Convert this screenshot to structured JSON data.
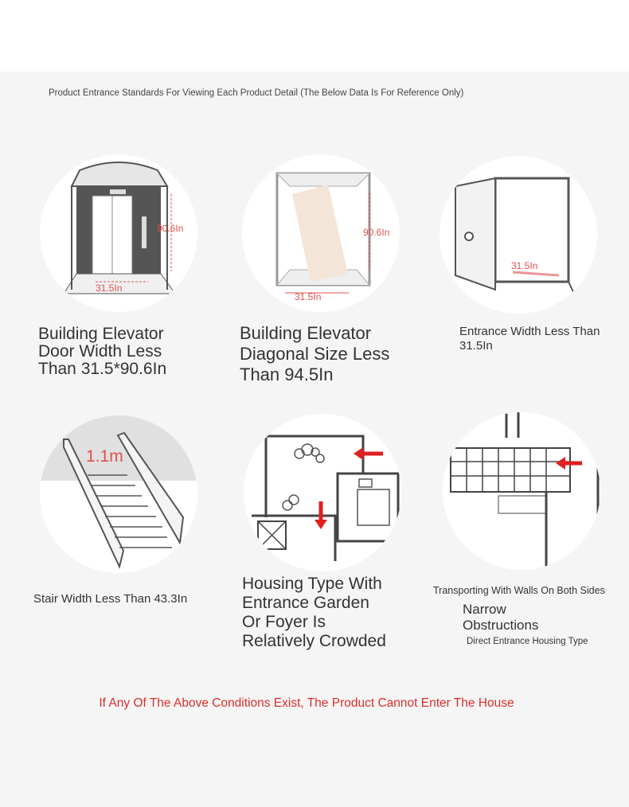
{
  "header": {
    "title": "Product Entrance Standards For Viewing Each Product Detail (The Below Data Is For Reference Only)"
  },
  "items": [
    {
      "caption": "Building Elevator Door Width Less Than 31.5*90.6In",
      "lines": [
        "Building Elevator",
        "Door Width Less",
        "Than 31.5*90.6In"
      ],
      "labels": {
        "height": "90.6In",
        "width": "31.5In"
      },
      "icon": "elevator-door-icon"
    },
    {
      "lines": [
        "Building Elevator",
        "Diagonal Size Less",
        "Than 94.5In"
      ],
      "labels": {
        "height": "90.6In",
        "width": "31.5In"
      },
      "icon": "elevator-diagonal-icon"
    },
    {
      "lines": [
        "Entrance Width Less Than",
        "31.5In"
      ],
      "labels": {
        "width": "31.5In"
      },
      "icon": "entrance-door-icon"
    },
    {
      "lines": [
        "Stair Width Less Than 43.3In"
      ],
      "labels": {
        "width": "1.1m"
      },
      "icon": "stairs-icon"
    },
    {
      "lines": [
        "Housing Type With",
        "Entrance Garden",
        "Or Foyer Is",
        "Relatively Crowded"
      ],
      "icon": "floor-plan-icon"
    },
    {
      "lines": [
        "Transporting With Walls On Both Sides",
        "Narrow",
        "Obstructions",
        "Direct Entrance Housing Type"
      ],
      "icon": "narrow-corridor-icon"
    }
  ],
  "footer": {
    "warning": "If Any Of The Above Conditions Exist, The Product Cannot Enter The House"
  },
  "colors": {
    "accent": "#d9302a",
    "panel": "#f5f5f5",
    "measure": "#e05050"
  }
}
